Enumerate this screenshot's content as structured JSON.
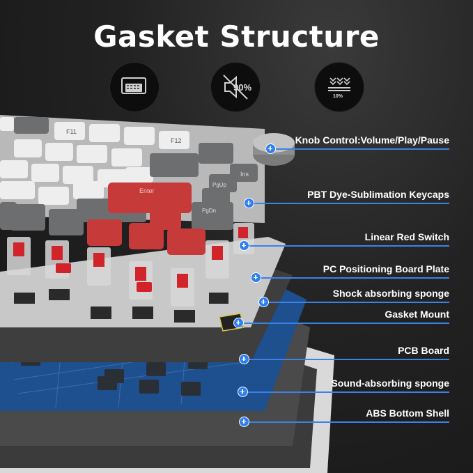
{
  "title": "Gasket Structure",
  "icons": [
    {
      "name": "keyboard-display-icon",
      "text": ""
    },
    {
      "name": "mute-percent-icon",
      "text": "90%"
    },
    {
      "name": "layers-percent-icon",
      "text": "10%"
    }
  ],
  "callouts": [
    {
      "label": "Knob Control:Volume/Play/Pause"
    },
    {
      "label": "PBT Dye-Sublimation Keycaps"
    },
    {
      "label": "Linear Red Switch"
    },
    {
      "label": "PC Positioning Board Plate"
    },
    {
      "label": "Shock absorbing sponge"
    },
    {
      "label": "Gasket Mount"
    },
    {
      "label": "PCB Board"
    },
    {
      "label": "Sound-absorbing sponge"
    },
    {
      "label": "ABS Bottom Shell"
    }
  ],
  "keycap_legends": {
    "f11": "F11",
    "f12": "F12",
    "ins": "Ins",
    "pgup": "PgUp",
    "pgdn": "PgDn",
    "enter": "Enter"
  },
  "colors": {
    "accent": "#2f7ff0",
    "keycap_white": "#eeeeee",
    "keycap_grey": "#6d6e70",
    "keycap_red": "#c73a3a",
    "pcb_blue": "#1e4f8e"
  }
}
